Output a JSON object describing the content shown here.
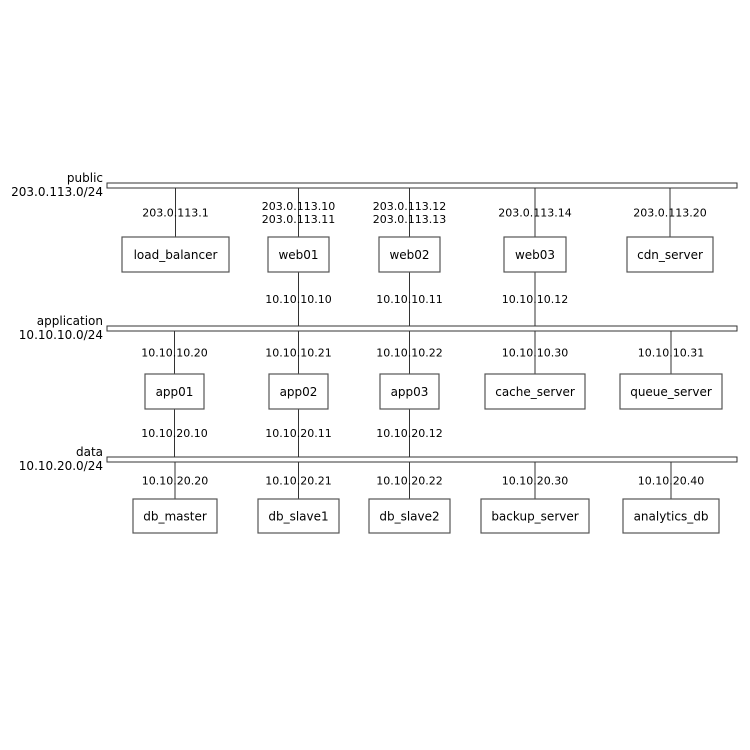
{
  "networks": [
    {
      "id": "public",
      "name": "public",
      "address": "203.0.113.0/24"
    },
    {
      "id": "application",
      "name": "application",
      "address": "10.10.10.0/24"
    },
    {
      "id": "data",
      "name": "data",
      "address": "10.10.20.0/24"
    }
  ],
  "nodes": [
    {
      "name": "load_balancer",
      "links": [
        {
          "network": "public",
          "ips": [
            "203.0.113.1"
          ]
        }
      ]
    },
    {
      "name": "web01",
      "links": [
        {
          "network": "public",
          "ips": [
            "203.0.113.10",
            "203.0.113.11"
          ]
        },
        {
          "network": "application",
          "ips": [
            "10.10.10.10"
          ]
        }
      ]
    },
    {
      "name": "web02",
      "links": [
        {
          "network": "public",
          "ips": [
            "203.0.113.12",
            "203.0.113.13"
          ]
        },
        {
          "network": "application",
          "ips": [
            "10.10.10.11"
          ]
        }
      ]
    },
    {
      "name": "web03",
      "links": [
        {
          "network": "public",
          "ips": [
            "203.0.113.14"
          ]
        },
        {
          "network": "application",
          "ips": [
            "10.10.10.12"
          ]
        }
      ]
    },
    {
      "name": "cdn_server",
      "links": [
        {
          "network": "public",
          "ips": [
            "203.0.113.20"
          ]
        }
      ]
    },
    {
      "name": "app01",
      "links": [
        {
          "network": "application",
          "ips": [
            "10.10.10.20"
          ]
        },
        {
          "network": "data",
          "ips": [
            "10.10.20.10"
          ]
        }
      ]
    },
    {
      "name": "app02",
      "links": [
        {
          "network": "application",
          "ips": [
            "10.10.10.21"
          ]
        },
        {
          "network": "data",
          "ips": [
            "10.10.20.11"
          ]
        }
      ]
    },
    {
      "name": "app03",
      "links": [
        {
          "network": "application",
          "ips": [
            "10.10.10.22"
          ]
        },
        {
          "network": "data",
          "ips": [
            "10.10.20.12"
          ]
        }
      ]
    },
    {
      "name": "cache_server",
      "links": [
        {
          "network": "application",
          "ips": [
            "10.10.10.30"
          ]
        }
      ]
    },
    {
      "name": "queue_server",
      "links": [
        {
          "network": "application",
          "ips": [
            "10.10.10.31"
          ]
        }
      ]
    },
    {
      "name": "db_master",
      "links": [
        {
          "network": "data",
          "ips": [
            "10.10.20.20"
          ]
        }
      ]
    },
    {
      "name": "db_slave1",
      "links": [
        {
          "network": "data",
          "ips": [
            "10.10.20.21"
          ]
        }
      ]
    },
    {
      "name": "db_slave2",
      "links": [
        {
          "network": "data",
          "ips": [
            "10.10.20.22"
          ]
        }
      ]
    },
    {
      "name": "backup_server",
      "links": [
        {
          "network": "data",
          "ips": [
            "10.10.20.30"
          ]
        }
      ]
    },
    {
      "name": "analytics_db",
      "links": [
        {
          "network": "data",
          "ips": [
            "10.10.20.40"
          ]
        }
      ]
    }
  ]
}
